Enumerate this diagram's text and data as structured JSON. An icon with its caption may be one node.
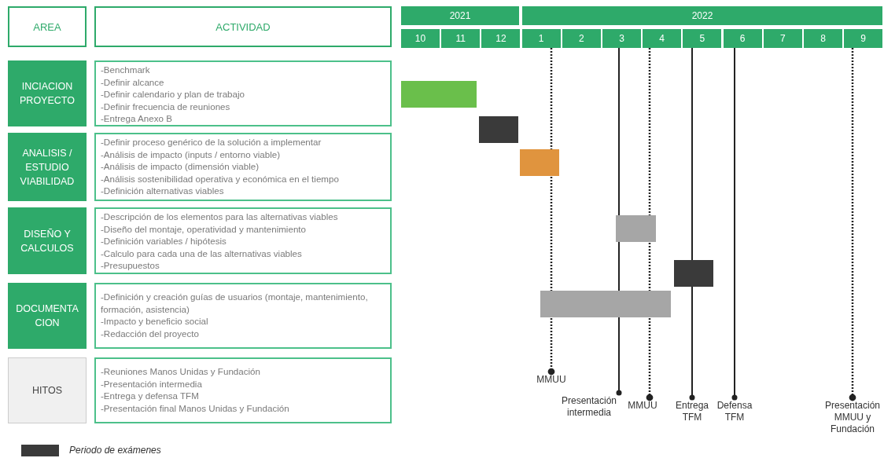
{
  "diagram": {
    "nodes": [
      {
        "text": [
          "AREA"
        ]
      },
      {
        "text": [
          "ACTIVIDAD"
        ]
      },
      {
        "text": [
          "2021"
        ]
      },
      {
        "text": [
          "2022"
        ]
      },
      {
        "text": [
          "10"
        ]
      },
      {
        "text": [
          "11"
        ]
      },
      {
        "text": [
          "12"
        ]
      },
      {
        "text": [
          "1"
        ]
      },
      {
        "text": [
          "2"
        ]
      },
      {
        "text": [
          "3"
        ]
      },
      {
        "text": [
          "4"
        ]
      },
      {
        "text": [
          "5"
        ]
      },
      {
        "text": [
          "6"
        ]
      },
      {
        "text": [
          "7"
        ]
      },
      {
        "text": [
          "8"
        ]
      },
      {
        "text": [
          "9"
        ]
      },
      {
        "text": [
          "INCIACION PROYECTO"
        ]
      },
      {
        "text": [
          "-Benchmark",
          "-Definir alcance",
          "-Definir calendario y plan de trabajo",
          "-Definir frecuencia de reuniones",
          "-Entrega Anexo B"
        ]
      },
      {
        "text": [
          "ANALISIS / ESTUDIO VIABILIDAD"
        ]
      },
      {
        "text": [
          "-Definir proceso genérico de la solución a implementar",
          "-Análisis de impacto (inputs / entorno viable)",
          "-Análisis de impacto (dimensión viable)",
          "-Análisis sostenibilidad operativa y económica en el tiempo",
          "-Definición alternativas viables"
        ]
      },
      {
        "text": [
          "DISEÑO Y CALCULOS"
        ]
      },
      {
        "text": [
          "-Descripción de los elementos para las alternativas viables",
          "-Diseño del montaje, operatividad y mantenimiento",
          "-Definición variables / hipótesis",
          "-Calculo para cada una de las alternativas viables",
          "-Presupuestos"
        ]
      },
      {
        "text": [
          "DOCUMENTA CION"
        ]
      },
      {
        "text": [
          "-Definición y creación guías de usuarios (montaje, mantenimiento, formación, asistencia)",
          "-Impacto y beneficio social",
          "-Redacción del proyecto"
        ]
      },
      {
        "text": [
          "HITOS"
        ]
      },
      {
        "text": [
          "-Reuniones Manos Unidas y Fundación",
          "-Presentación intermedia",
          "-Entrega y defensa TFM",
          "-Presentación final Manos Unidas y Fundación"
        ]
      },
      {
        "text": [
          "MMUU"
        ]
      },
      {
        "text": [
          "Presentación intermedia"
        ]
      },
      {
        "text": [
          "MMUU"
        ]
      },
      {
        "text": [
          "Entrega TFM"
        ]
      },
      {
        "text": [
          "Defensa TFM"
        ]
      },
      {
        "text": [
          "Presentación MMUU y Fundación"
        ]
      }
    ],
    "edges": [
      {
        "from": 7,
        "to": 26,
        "arrow": "other",
        "style": "dashed"
      },
      {
        "from": 9,
        "to": 27,
        "arrow": "other"
      },
      {
        "from": 10,
        "to": 28,
        "arrow": "other",
        "style": "dashed"
      },
      {
        "from": 11,
        "to": 29,
        "arrow": "other"
      },
      {
        "from": 12,
        "to": 30,
        "arrow": "other"
      },
      {
        "from": 15,
        "to": 31,
        "arrow": "other",
        "style": "dashed"
      }
    ],
    "legend": [
      {
        "text": "Periodo de exámenes",
        "color": "#3a3a3a"
      }
    ]
  }
}
